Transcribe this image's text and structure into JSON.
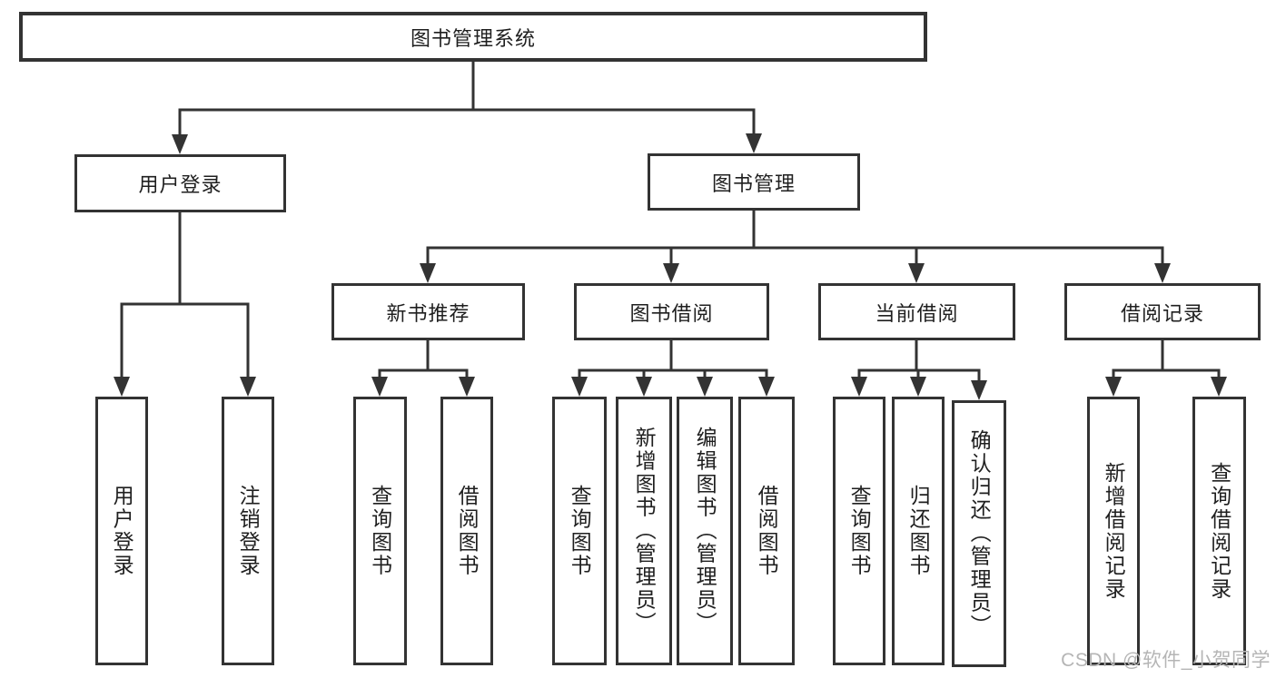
{
  "diagram": {
    "root": {
      "label": "图书管理系统"
    },
    "branches": [
      {
        "label": "用户登录",
        "children": [
          {
            "label": "用户登录"
          },
          {
            "label": "注销登录"
          }
        ]
      },
      {
        "label": "图书管理",
        "children": [
          {
            "label": "新书推荐",
            "children": [
              {
                "label": "查询图书"
              },
              {
                "label": "借阅图书"
              }
            ]
          },
          {
            "label": "图书借阅",
            "children": [
              {
                "label": "查询图书"
              },
              {
                "label": "新增图书（管理员）"
              },
              {
                "label": "编辑图书（管理员）"
              },
              {
                "label": "借阅图书"
              }
            ]
          },
          {
            "label": "当前借阅",
            "children": [
              {
                "label": "查询图书"
              },
              {
                "label": "归还图书"
              },
              {
                "label": "确认归还（管理员）"
              }
            ]
          },
          {
            "label": "借阅记录",
            "children": [
              {
                "label": "新增借阅记录"
              },
              {
                "label": "查询借阅记录"
              }
            ]
          }
        ]
      }
    ]
  },
  "watermark": {
    "text": "CSDN @软件_小贺同学",
    "color": "#b5b5b5"
  },
  "colors": {
    "line": "#333333",
    "box_border": "#333333",
    "box_fill": "#ffffff",
    "background": "#ffffff"
  }
}
